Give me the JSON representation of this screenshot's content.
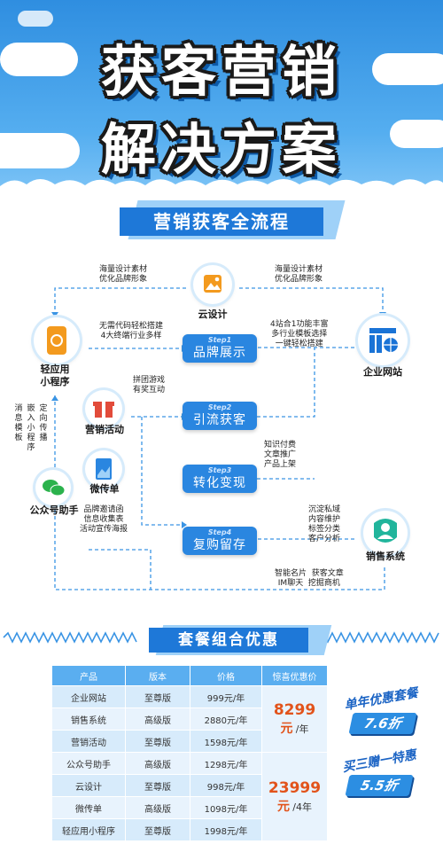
{
  "header": {
    "title_line1": "获客营销",
    "title_line2": "解决方案"
  },
  "section1": {
    "title": "营销获客全流程"
  },
  "nodes": {
    "cloud_design": "云设计",
    "enterprise_site": "企业网站",
    "mini_app": "轻应用\n小程序",
    "marketing_activity": "营销活动",
    "micro_flyer": "微传单",
    "official_account": "公众号助手",
    "sales_system": "销售系统"
  },
  "steps": [
    {
      "no": "Step1",
      "name": "品牌展示"
    },
    {
      "no": "Step2",
      "name": "引流获客"
    },
    {
      "no": "Step3",
      "name": "转化变现"
    },
    {
      "no": "Step4",
      "name": "复购留存"
    }
  ],
  "notes": {
    "top_left": "海量设计素材\n优化品牌形象",
    "top_right": "海量设计素材\n优化品牌形象",
    "mini_app": "无需代码轻松搭建\n4大终端行业多样",
    "site": "4站合1功能丰富\n多行业模板选择\n一键轻松搭建",
    "activity": "拼团游戏\n有奖互动",
    "knowledge": "知识付费\n文章推广\n产品上架",
    "flyer": "品牌邀请函\n信息收集表\n活动宣传海报",
    "sales": "沉淀私域\n内容维护\n标签分类\n客户分析",
    "bottom": "智能名片  获客文章\nIM聊天  挖掘商机",
    "vertical": [
      "消息模板",
      "嵌入小程序",
      "定向传播"
    ]
  },
  "section2": {
    "title": "套餐组合优惠"
  },
  "table": {
    "headers": [
      "产品",
      "版本",
      "价格",
      "惊喜优惠价"
    ],
    "rows": [
      [
        "企业网站",
        "至尊版",
        "999元/年"
      ],
      [
        "销售系统",
        "高级版",
        "2880元/年"
      ],
      [
        "营销活动",
        "至尊版",
        "1598元/年"
      ],
      [
        "公众号助手",
        "高级版",
        "1298元/年"
      ],
      [
        "云设计",
        "至尊版",
        "998元/年"
      ],
      [
        "微传单",
        "高级版",
        "1098元/年"
      ],
      [
        "轻应用小程序",
        "至尊版",
        "1998元/年"
      ]
    ],
    "offer1_price": "8299",
    "offer1_unit": "元",
    "offer1_period": "/年",
    "offer2_price": "23999",
    "offer2_unit": "元",
    "offer2_period": "/4年"
  },
  "promos": [
    {
      "title": "单年优惠套餐",
      "discount": "7.6折"
    },
    {
      "title": "买三赠一特惠",
      "discount": "5.5折"
    }
  ],
  "colors": {
    "primary": "#2a86e0",
    "accent": "#e2531b",
    "sky": "#55aef0"
  }
}
